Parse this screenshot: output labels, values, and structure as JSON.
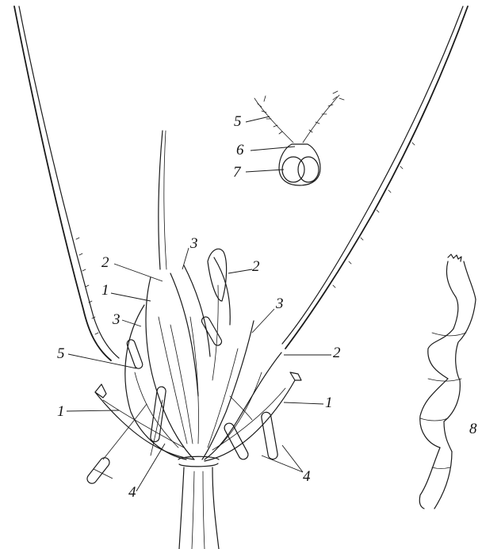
{
  "figure": {
    "callouts": [
      {
        "id": "5a",
        "text": "5"
      },
      {
        "id": "6",
        "text": "6"
      },
      {
        "id": "7",
        "text": "7"
      },
      {
        "id": "3a",
        "text": "3"
      },
      {
        "id": "2a",
        "text": "2"
      },
      {
        "id": "2b",
        "text": "2"
      },
      {
        "id": "1a",
        "text": "1"
      },
      {
        "id": "3b",
        "text": "3"
      },
      {
        "id": "3c",
        "text": "3"
      },
      {
        "id": "5b",
        "text": "5"
      },
      {
        "id": "2c",
        "text": "2"
      },
      {
        "id": "1b",
        "text": "1"
      },
      {
        "id": "1c",
        "text": "1"
      },
      {
        "id": "4a",
        "text": "4"
      },
      {
        "id": "4b",
        "text": "4"
      },
      {
        "id": "8",
        "text": "8"
      }
    ]
  }
}
